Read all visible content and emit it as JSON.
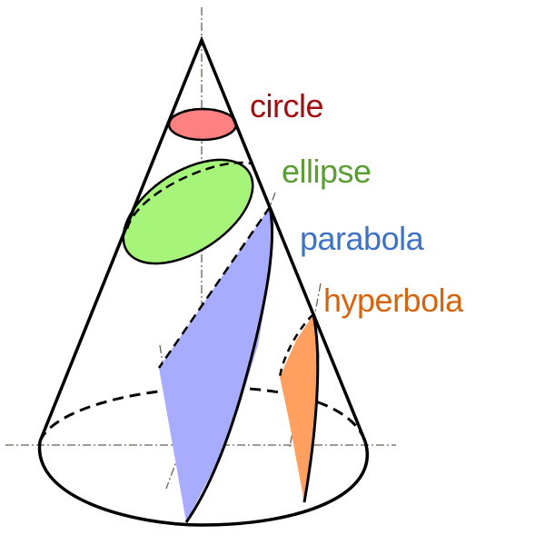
{
  "labels": {
    "circle": "circle",
    "ellipse": "ellipse",
    "parabola": "parabola",
    "hyperbola": "hyperbola"
  },
  "colors": {
    "circle_text": "#a30d0d",
    "ellipse_text": "#5a9e32",
    "parabola_text": "#3d72c4",
    "hyperbola_text": "#d4650e",
    "circle_fill": "#ff8080",
    "ellipse_fill": "#a6f57a",
    "parabola_fill": "#a8acff",
    "hyperbola_fill": "#ffa060",
    "outline": "#000000",
    "axis_line": "#6b5f55"
  }
}
